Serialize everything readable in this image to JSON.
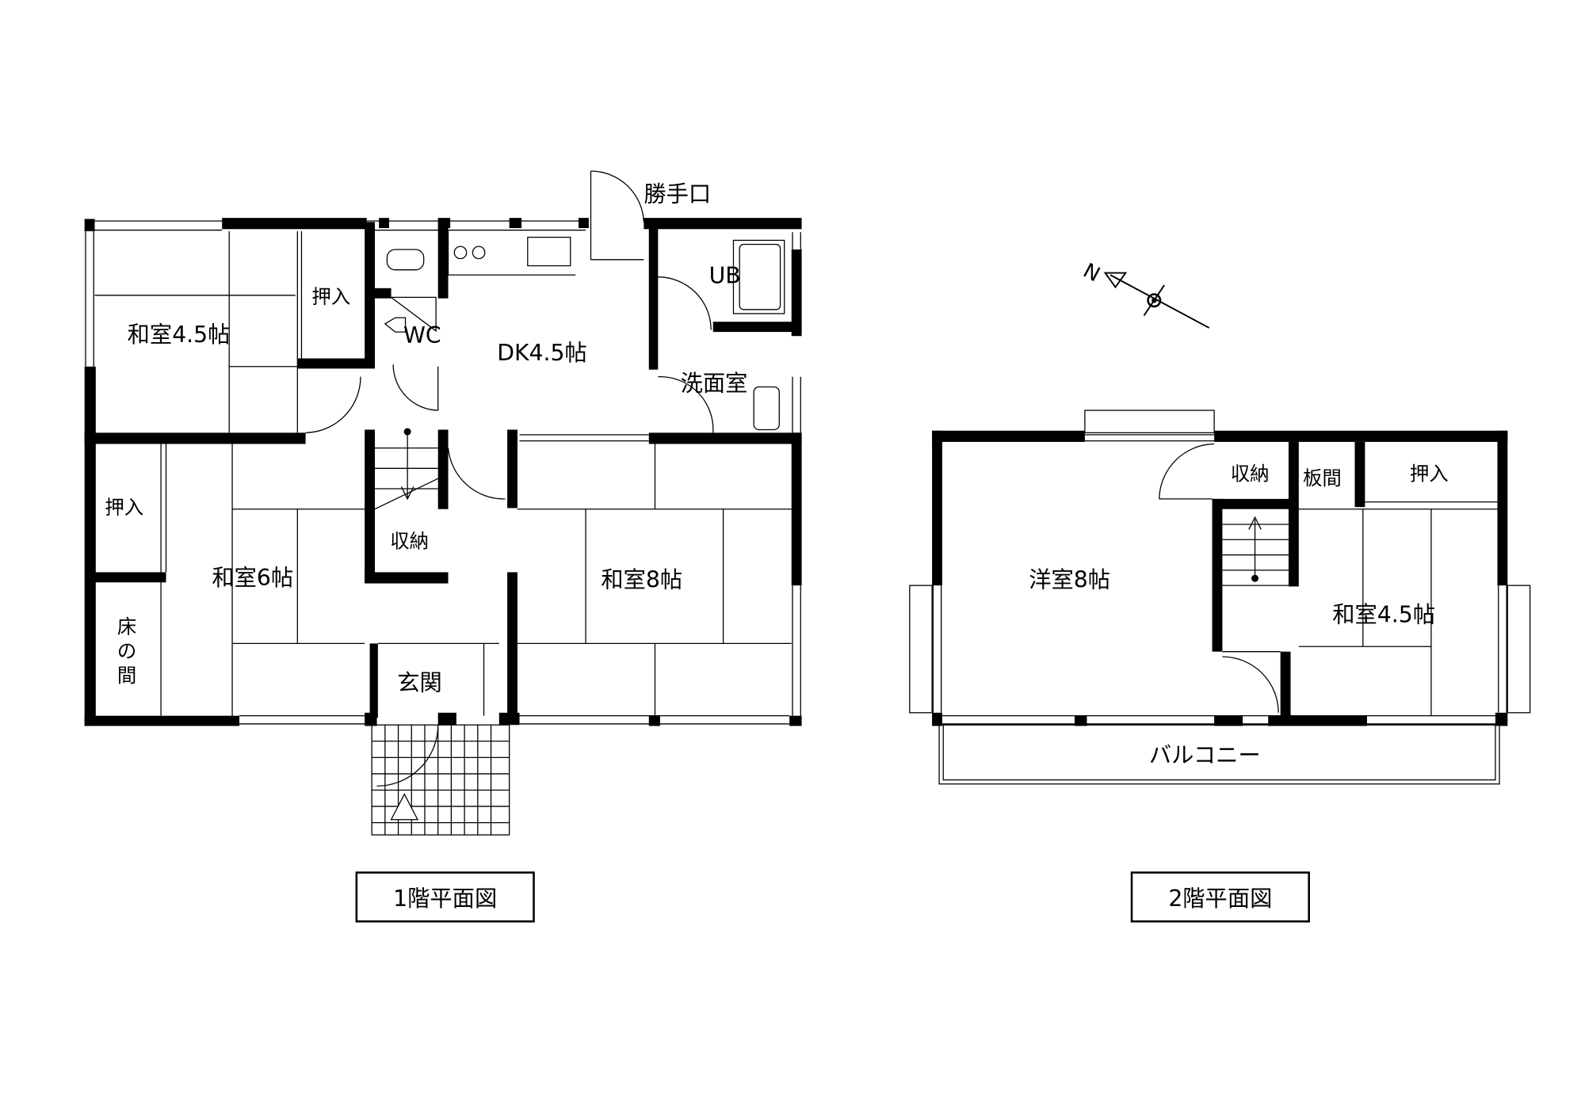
{
  "floor1": {
    "title": "1階平面図",
    "rooms": {
      "washitsu45": "和室4.5帖",
      "oshiire1": "押入",
      "wc": "WC",
      "dk": "DK4.5帖",
      "ub": "UB",
      "senmen": "洗面室",
      "katteguchi": "勝手口",
      "oshiire2": "押入",
      "tokonoma": [
        "床",
        "の",
        "間"
      ],
      "washitsu6": "和室6帖",
      "shuno": "収納",
      "washitsu8": "和室8帖",
      "genkan": "玄関"
    }
  },
  "floor2": {
    "title": "2階平面図",
    "rooms": {
      "yoshitsu8": "洋室8帖",
      "shuno": "収納",
      "itama": "板間",
      "oshiire": "押入",
      "washitsu45": "和室4.5帖",
      "balcony": "バルコニー"
    }
  },
  "compass": {
    "north_label": "N"
  }
}
